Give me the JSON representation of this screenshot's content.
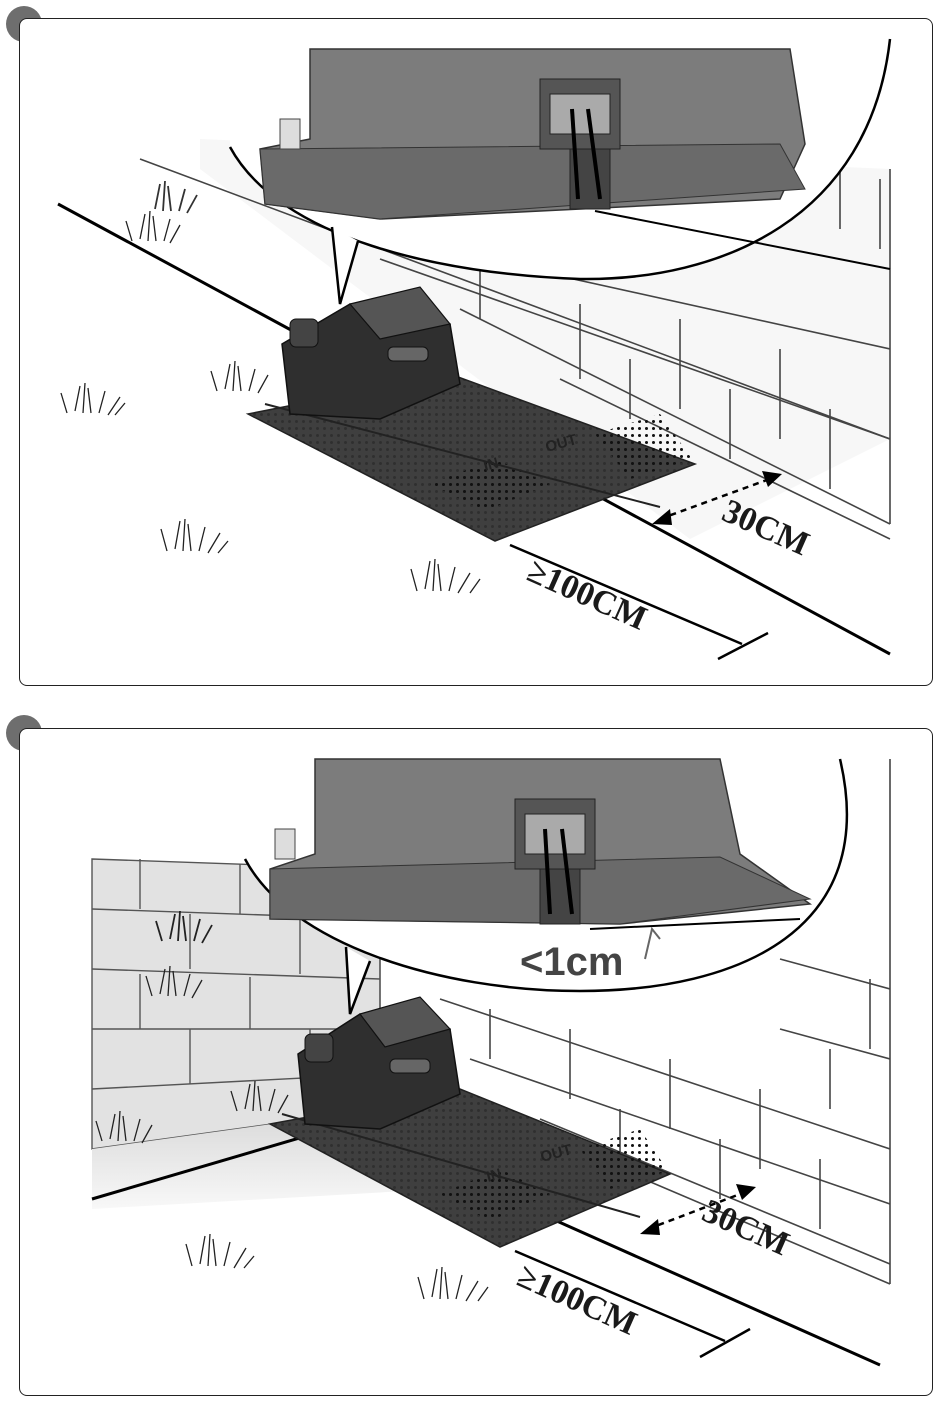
{
  "steps": [
    {
      "dimension_distance_to_wall": "30CM",
      "dimension_straight_length": "≥100CM",
      "plate_label_out": "OUT",
      "plate_label_in": "IN"
    },
    {
      "dimension_distance_to_wall": "30CM",
      "dimension_straight_length": "≥100CM",
      "dimension_gap": "<1cm",
      "plate_label_out": "OUT",
      "plate_label_in": "IN"
    }
  ],
  "colors": {
    "step_badge": "#6e6e6e",
    "station_body": "#4a4a4a",
    "zoom_station": "#7a7a7a",
    "wall_lines": "#444444",
    "wire": "#000000"
  }
}
